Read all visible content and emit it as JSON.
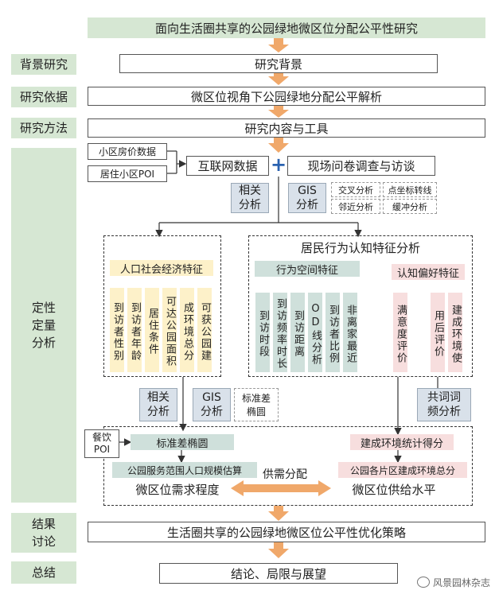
{
  "title": "面向生活圈共享的公园绿地微区位分配公平性研究",
  "side": {
    "s1": "背景研究",
    "s2": "研究依据",
    "s3": "研究方法",
    "s4": "定性\n定量\n分析",
    "s5": "结果\n讨论",
    "s6": "总结"
  },
  "steps": {
    "bg": "研究背景",
    "basis": "微区位视角下公园绿地分配公平解析",
    "method": "研究内容与工具",
    "final": "生活圈共享的公园绿地微区位公平性优化策略",
    "summary": "结论、局限与展望"
  },
  "data_sources": {
    "price": "小区房价数据",
    "poi": "居住小区POI",
    "internet": "互联网数据",
    "plus": "+",
    "survey": "现场问卷调查与访谈"
  },
  "tools_top": {
    "corr": "相关\n分析",
    "gis": "GIS\n分析",
    "t1": "交叉分析",
    "t2": "点坐标转线",
    "t3": "邻近分析",
    "t4": "缓冲分析"
  },
  "left_group": {
    "header": "人口社会经济特征",
    "cols": [
      "到访者性别",
      "到访者年龄",
      "居住条件",
      "可达公园面积",
      "成环境总分",
      "可获公园建"
    ]
  },
  "right_group": {
    "title": "居民行为认知特征分析",
    "behav_header": "行为空间特征",
    "behav_cols": [
      "到访时段",
      "到访频率时长",
      "到访距离",
      "OD线分析",
      "到访者比例",
      "非离家最近"
    ],
    "pref_header": "认知偏好特征",
    "pref_cols": [
      "满意度评价",
      "用后评价",
      "建成环境使"
    ]
  },
  "tools_mid": {
    "corr": "相关\n分析",
    "gis": "GIS\n分析",
    "std": "标准差\n椭圆",
    "cooc": "共词词\n频分析"
  },
  "bottom": {
    "food": "餐饮\nPOI",
    "std_ellipse": "标准差椭圆",
    "pop_est": "公园服务范围人口规模估算",
    "demand": "微区位需求程度",
    "supply_demand": "供需分配",
    "env_score": "建成环境统计得分",
    "env_total": "公园各片区建成环境总分",
    "supply": "微区位供给水平"
  },
  "watermark": "风景园林杂志",
  "colors": {
    "green": "#d6e7d3",
    "orange": "#f0a86a",
    "blue_plus": "#2a62b0"
  }
}
